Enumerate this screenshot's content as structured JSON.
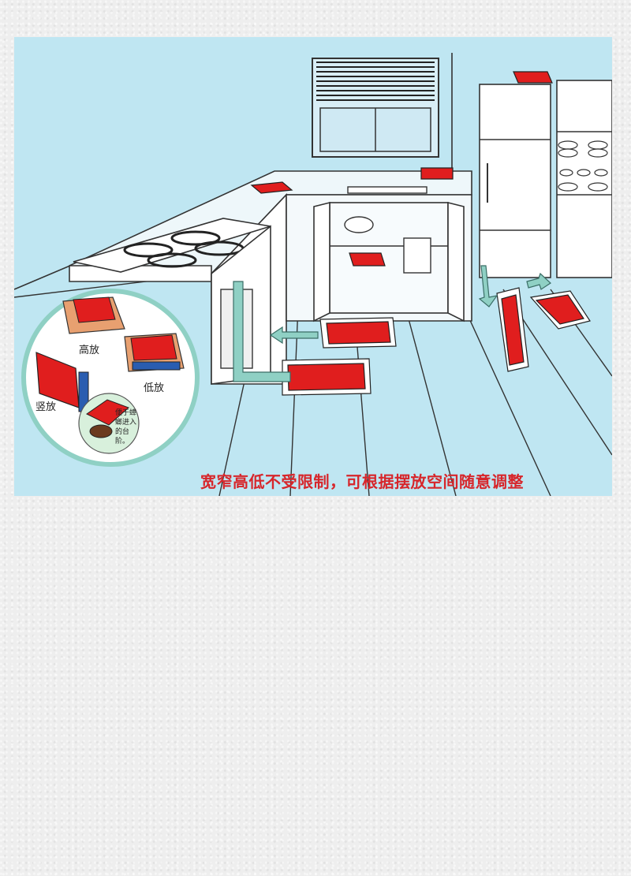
{
  "tagline": "宽窄高低不受限制，可根据摆放空间随意调整",
  "inset": {
    "high_label": "高放",
    "low_label": "低放",
    "vertical_label": "竖放",
    "note": "便于蟑螂进入的台阶。"
  },
  "colors": {
    "panel_bg": "#bfe6f2",
    "trap_red": "#e01e1e",
    "arrow": "#8fd0c4",
    "tagline": "#d7262b"
  }
}
